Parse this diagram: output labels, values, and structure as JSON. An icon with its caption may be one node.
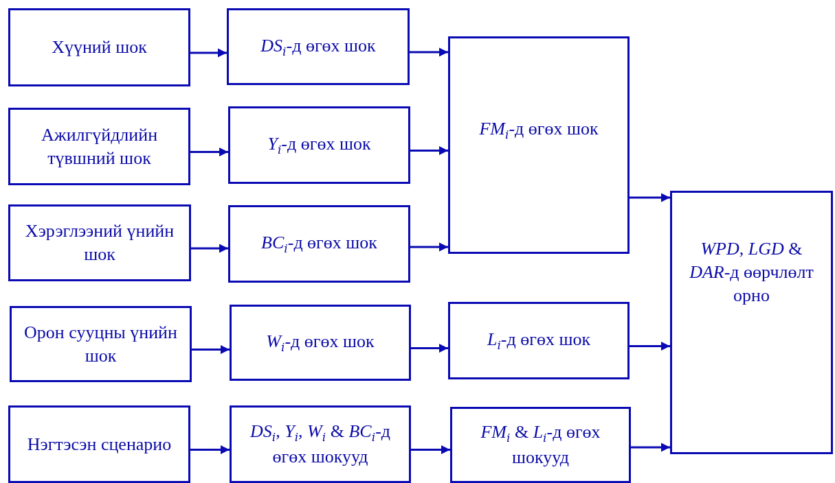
{
  "diagram": {
    "nodes": [
      {
        "text": [
          "Хүүний шок"
        ]
      },
      {
        "text": [
          "*DS*$_{i}$-д өгөх шок"
        ]
      },
      {
        "text": [
          "*FM*$_{i}$-д өгөх шок"
        ]
      },
      {
        "text": [
          "Ажилгүйдлийн түвшний шок"
        ]
      },
      {
        "text": [
          "*Y*$_{i}$-д өгөх шок"
        ]
      },
      {
        "text": [
          "Хэрэглээний үнийн шок"
        ]
      },
      {
        "text": [
          "*BC*$_{i}$-д өгөх шок"
        ]
      },
      {
        "text": [
          "*WPD*, *LGD* & *DAR*-д өөрчлөлт орно"
        ]
      },
      {
        "text": [
          "Орон сууцны үнийн шок"
        ]
      },
      {
        "text": [
          "*W*$_{i}$-д өгөх шок"
        ]
      },
      {
        "text": [
          "*L*$_{i}$-д өгөх шок"
        ]
      },
      {
        "text": [
          "Нэгтэсэн сценарио"
        ]
      },
      {
        "text": [
          "*DS*$_{i}$, *Y*$_{i}$, *W*$_{i}$ & *BC*$_{i}$-д өгөх шокууд"
        ]
      },
      {
        "text": [
          "*FM*$_{i}$ & *L*$_{i}$-д өгөх шокууд"
        ]
      }
    ],
    "edges": [
      {
        "from": 0,
        "to": 1,
        "arrow": "to"
      },
      {
        "from": 1,
        "to": 2,
        "arrow": "to"
      },
      {
        "from": 3,
        "to": 4,
        "arrow": "to"
      },
      {
        "from": 4,
        "to": 2,
        "arrow": "to"
      },
      {
        "from": 5,
        "to": 6,
        "arrow": "to"
      },
      {
        "from": 6,
        "to": 2,
        "arrow": "to"
      },
      {
        "from": 2,
        "to": 7,
        "arrow": "to"
      },
      {
        "from": 8,
        "to": 9,
        "arrow": "to"
      },
      {
        "from": 9,
        "to": 10,
        "arrow": "to"
      },
      {
        "from": 10,
        "to": 7,
        "arrow": "to"
      },
      {
        "from": 11,
        "to": 12,
        "arrow": "to"
      },
      {
        "from": 12,
        "to": 13,
        "arrow": "to"
      },
      {
        "from": 13,
        "to": 7,
        "arrow": "to"
      }
    ]
  }
}
